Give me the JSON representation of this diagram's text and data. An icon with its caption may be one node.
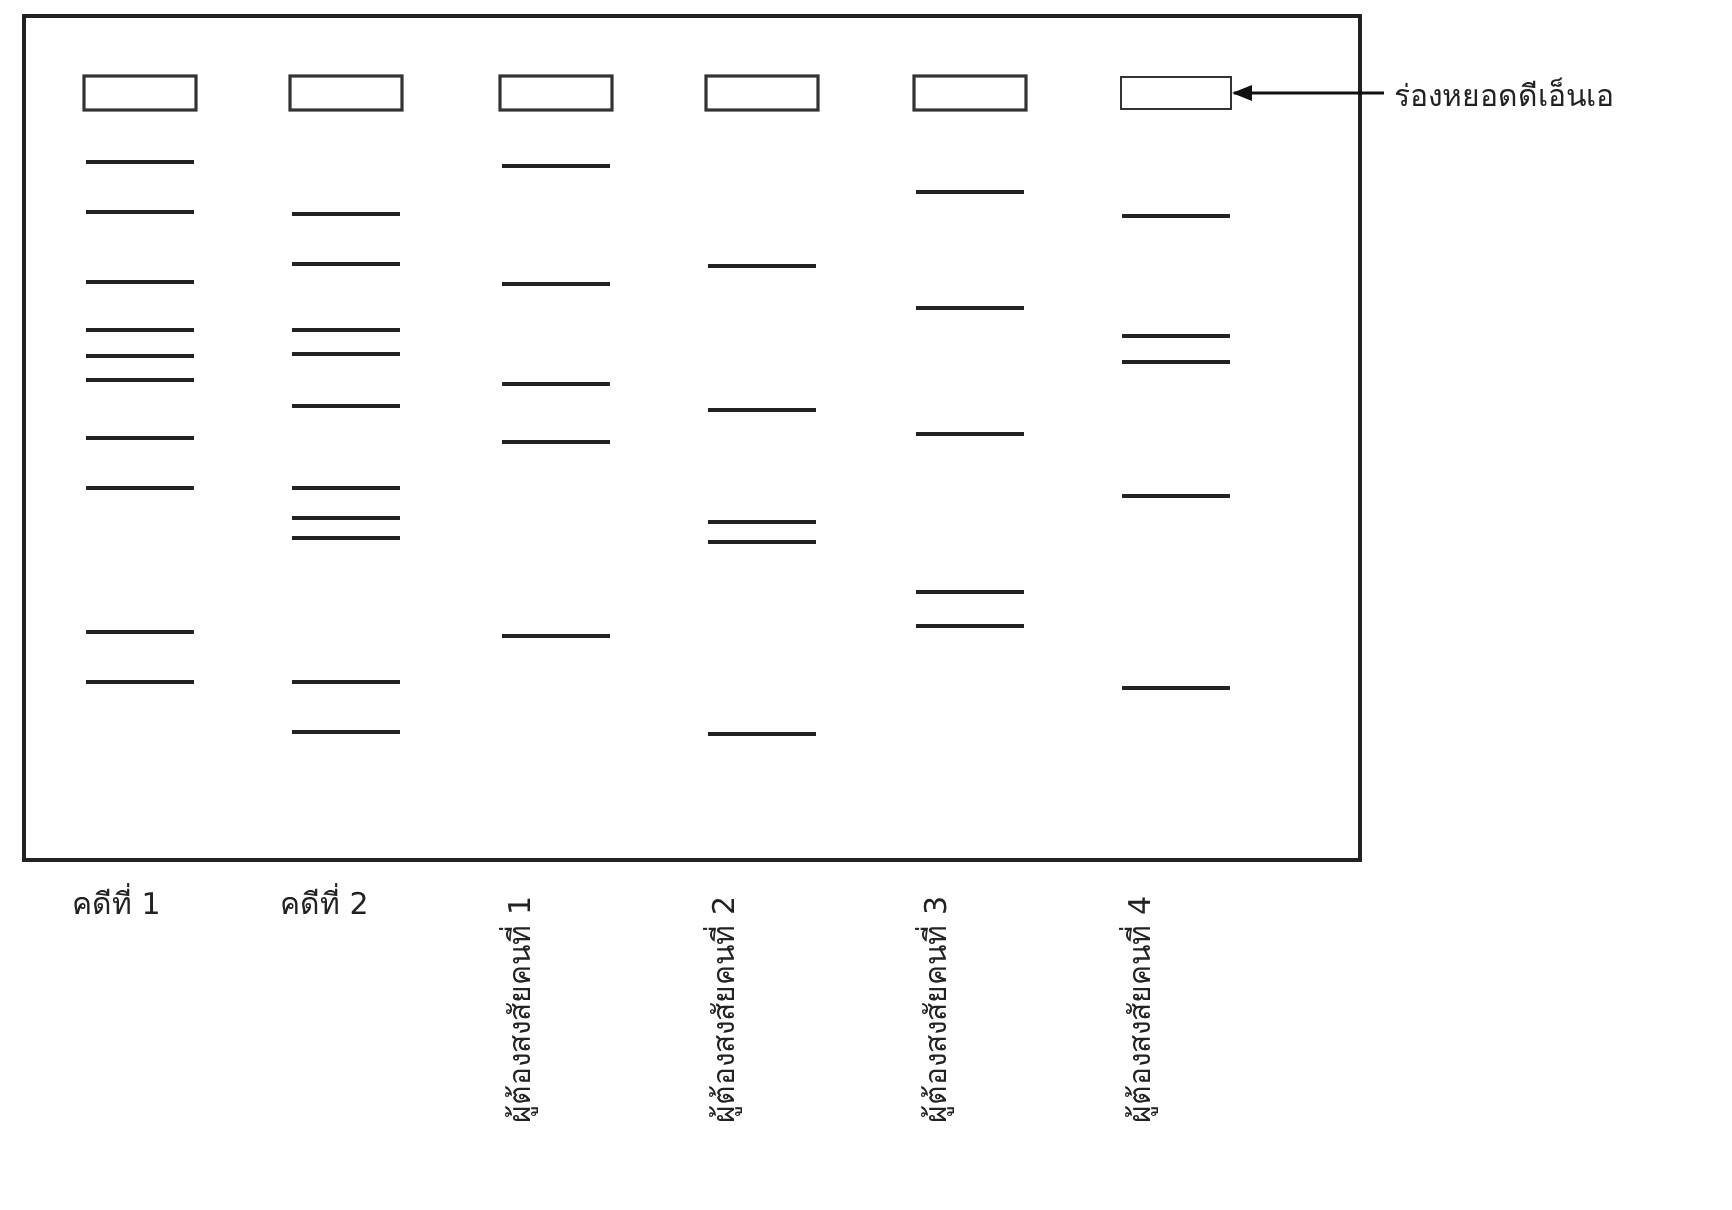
{
  "diagram": {
    "nodes": [
      {
        "text": [
          "ร่องหยอดดีเอ็นเอ"
        ]
      },
      {
        "text": [],
        "shape": "box"
      }
    ],
    "edges": [
      {
        "from": 0,
        "to": 1,
        "arrow": "to"
      }
    ],
    "labels": [
      "คดีที่ 1",
      "คดีที่ 2",
      "ผู้ต้องสงสัยคนที่ 1",
      "ผู้ต้องสงสัยคนที่ 2",
      "ผู้ต้องสงสัยคนที่ 3",
      "ผู้ต้องสงสัยคนที่ 4"
    ]
  }
}
